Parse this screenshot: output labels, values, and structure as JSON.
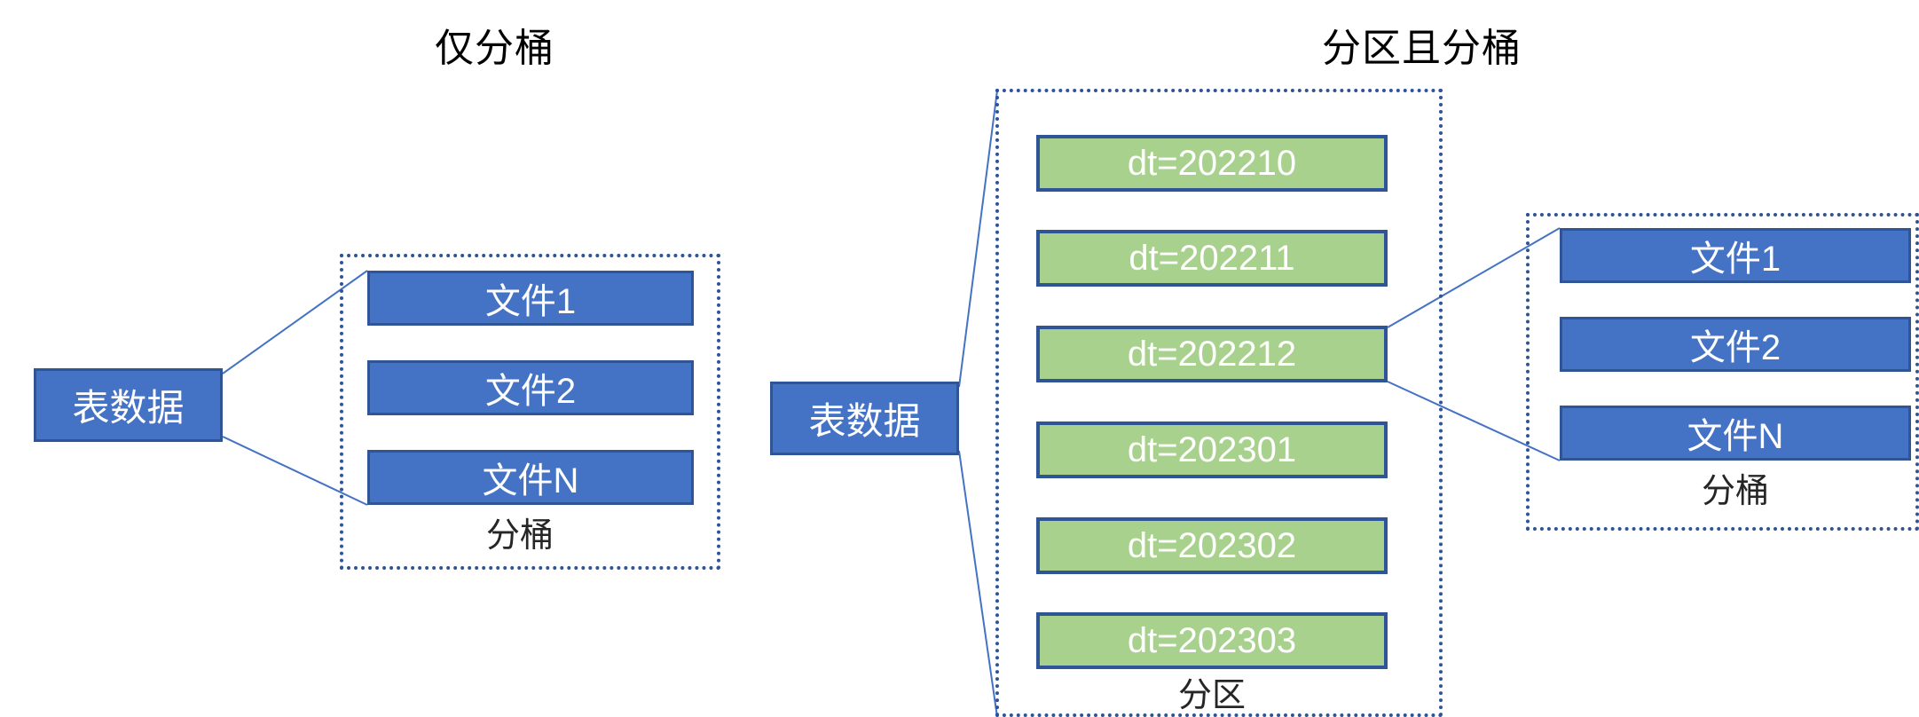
{
  "diagram": {
    "panels": [
      {
        "id": "bucketed-only",
        "title": "仅分桶",
        "source_node": {
          "label": "表数据"
        },
        "bucket_group": {
          "caption": "分桶",
          "files": [
            {
              "label": "文件1"
            },
            {
              "label": "文件2"
            },
            {
              "label": "文件N"
            }
          ]
        }
      },
      {
        "id": "partitioned-and-bucketed",
        "title": "分区且分桶",
        "source_node": {
          "label": "表数据"
        },
        "partition_group": {
          "caption": "分区",
          "partitions": [
            {
              "label": "dt=202210"
            },
            {
              "label": "dt=202211"
            },
            {
              "label": "dt=202212"
            },
            {
              "label": "dt=202301"
            },
            {
              "label": "dt=202302"
            },
            {
              "label": "dt=202303"
            }
          ]
        },
        "bucket_group": {
          "caption": "分桶",
          "files": [
            {
              "label": "文件1"
            },
            {
              "label": "文件2"
            },
            {
              "label": "文件N"
            }
          ]
        }
      }
    ],
    "colors": {
      "table_node_fill": "#4472C4",
      "file_box_fill": "#4472C4",
      "box_border": "#2F5597",
      "partition_box_fill": "#A9D18E",
      "group_border": "#2E5496",
      "connector_line": "#4472C4",
      "box_text": "#FFFFFF",
      "title_text": "#000000",
      "caption_text": "#262626",
      "background": "#FFFFFF"
    }
  }
}
